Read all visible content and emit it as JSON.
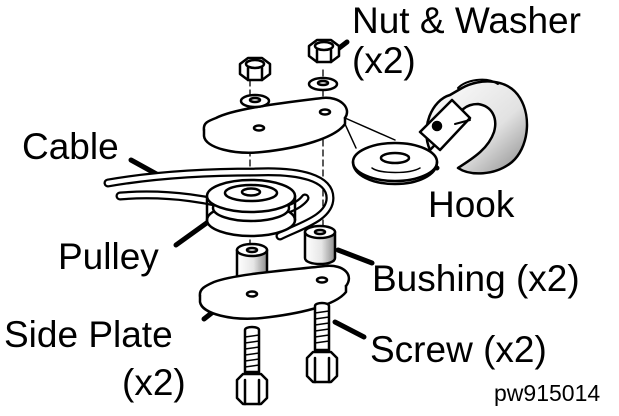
{
  "diagram": {
    "labels": {
      "nut_washer": "Nut & Washer",
      "nut_washer_qty": "(x2)",
      "cable": "Cable",
      "hook": "Hook",
      "pulley": "Pulley",
      "bushing": "Bushing (x2)",
      "side_plate": "Side Plate",
      "side_plate_qty": "(x2)",
      "screw": "Screw (x2)"
    },
    "part_number": "pw915014"
  },
  "colors": {
    "ink": "#000000",
    "fill": "#ffffff",
    "shade": "#d9d9d9"
  }
}
